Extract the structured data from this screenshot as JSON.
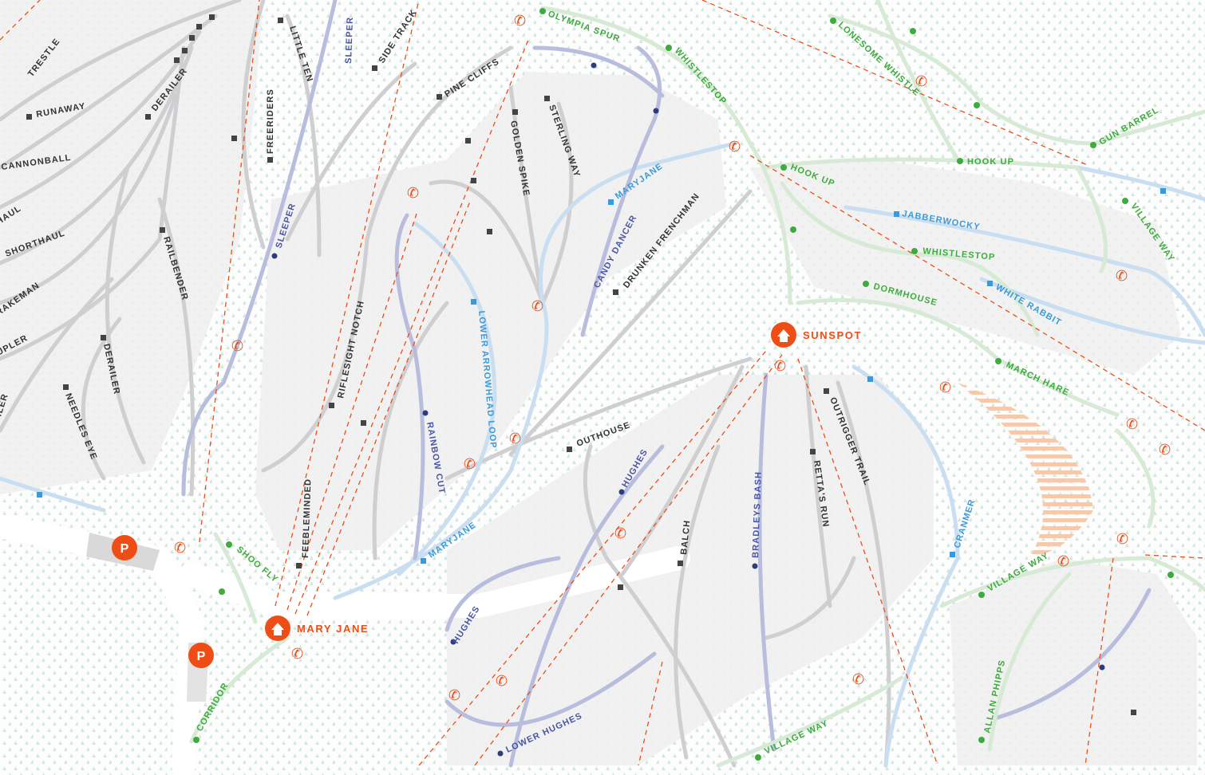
{
  "colors": {
    "black_run": "#cfcfd2",
    "blue_run": "#c9def0",
    "intermediate_run": "#b9bddd",
    "green_run": "#d6ead6",
    "lift": "#ee4d16",
    "green_label": "#3dab3d",
    "blue_label": "#3a9ad9",
    "navy_label": "#4a56a6",
    "black_label": "#333333",
    "glade": "#eeeeee",
    "tree_dots": "#cfe9dd",
    "terrain_park": "#f6c9ad"
  },
  "lodges": [
    {
      "name": "MARY JANE",
      "icon": "home-icon"
    },
    {
      "name": "SUNSPOT",
      "icon": "home-icon"
    }
  ],
  "parking": [
    {
      "label": "P",
      "icon": "parking-icon"
    },
    {
      "label": "P",
      "icon": "parking-icon"
    }
  ],
  "trails": [
    {
      "name": "TRESTLE",
      "difficulty": "black"
    },
    {
      "name": "RUNAWAY",
      "difficulty": "black"
    },
    {
      "name": "CANNONBALL",
      "difficulty": "black"
    },
    {
      "name": "HAUL",
      "difficulty": "black"
    },
    {
      "name": "SHORTHAUL",
      "difficulty": "black"
    },
    {
      "name": "RAKEMAN",
      "difficulty": "black"
    },
    {
      "name": "UPLER",
      "difficulty": "black"
    },
    {
      "name": "OILER",
      "difficulty": "black"
    },
    {
      "name": "DERAILER",
      "difficulty": "black"
    },
    {
      "name": "DERAILER",
      "difficulty": "black"
    },
    {
      "name": "NEEDLES EYE",
      "difficulty": "black"
    },
    {
      "name": "RAILBENDER",
      "difficulty": "black"
    },
    {
      "name": "FREERIDERS",
      "difficulty": "black"
    },
    {
      "name": "LITTLE TEN",
      "difficulty": "black"
    },
    {
      "name": "SLEEPER",
      "difficulty": "intermediate"
    },
    {
      "name": "SLEEPER",
      "difficulty": "intermediate"
    },
    {
      "name": "SIDE TRACK",
      "difficulty": "black"
    },
    {
      "name": "PINE CLIFFS",
      "difficulty": "black"
    },
    {
      "name": "GOLDEN SPIKE",
      "difficulty": "black"
    },
    {
      "name": "STERLING WAY",
      "difficulty": "black"
    },
    {
      "name": "OLYMPIA SPUR",
      "difficulty": "green"
    },
    {
      "name": "WHISTLESTOP",
      "difficulty": "green"
    },
    {
      "name": "LONESOME WHISTLE",
      "difficulty": "green"
    },
    {
      "name": "GUN BARREL",
      "difficulty": "green"
    },
    {
      "name": "HOOK UP",
      "difficulty": "green"
    },
    {
      "name": "HOOK UP",
      "difficulty": "green"
    },
    {
      "name": "MARYJANE",
      "difficulty": "blue"
    },
    {
      "name": "CANDY DANCER",
      "difficulty": "intermediate"
    },
    {
      "name": "DRUNKEN FRENCHMAN",
      "difficulty": "black"
    },
    {
      "name": "JABBERWOCKY",
      "difficulty": "blue"
    },
    {
      "name": "WHISTLESTOP",
      "difficulty": "green"
    },
    {
      "name": "VILLAGE WAY",
      "difficulty": "green"
    },
    {
      "name": "DORMHOUSE",
      "difficulty": "green"
    },
    {
      "name": "WHITE RABBIT",
      "difficulty": "blue"
    },
    {
      "name": "MARCH HARE",
      "difficulty": "green"
    },
    {
      "name": "RIFLESIGHT NOTCH",
      "difficulty": "black"
    },
    {
      "name": "LOWER ARROWHEAD LOOP",
      "difficulty": "blue"
    },
    {
      "name": "RAINBOW CUT",
      "difficulty": "intermediate"
    },
    {
      "name": "OUTHOUSE",
      "difficulty": "black"
    },
    {
      "name": "OUTRIGGER TRAIL",
      "difficulty": "black"
    },
    {
      "name": "RETTA'S RUN",
      "difficulty": "black"
    },
    {
      "name": "HUGHES",
      "difficulty": "intermediate"
    },
    {
      "name": "FEEBLEMINDED",
      "difficulty": "black"
    },
    {
      "name": "MARYJANE",
      "difficulty": "blue"
    },
    {
      "name": "SHOO FLY",
      "difficulty": "green"
    },
    {
      "name": "BALCH",
      "difficulty": "black"
    },
    {
      "name": "BRADLEYS BASH",
      "difficulty": "intermediate"
    },
    {
      "name": "CRANMER",
      "difficulty": "blue"
    },
    {
      "name": "VILLAGE WAY",
      "difficulty": "green"
    },
    {
      "name": "HUGHES",
      "difficulty": "intermediate"
    },
    {
      "name": "CORRIDOR",
      "difficulty": "green"
    },
    {
      "name": "LOWER HUGHES",
      "difficulty": "intermediate"
    },
    {
      "name": "VILLAGE WAY",
      "difficulty": "green"
    },
    {
      "name": "ALLAN PHIPPS",
      "difficulty": "green"
    }
  ]
}
